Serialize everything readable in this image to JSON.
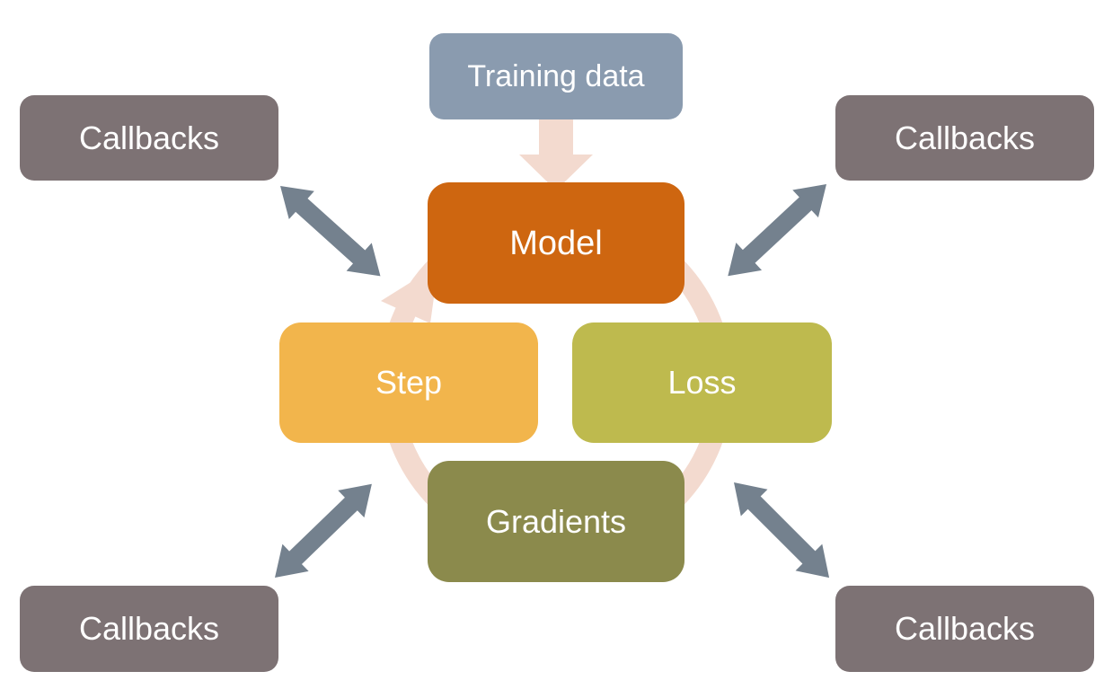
{
  "diagram": {
    "nodes": {
      "training_data": {
        "label": "Training data",
        "color": "#8A9BAF"
      },
      "model": {
        "label": "Model",
        "color": "#CE6610"
      },
      "step": {
        "label": "Step",
        "color": "#F2B54C"
      },
      "loss": {
        "label": "Loss",
        "color": "#BEBA4E"
      },
      "gradients": {
        "label": "Gradients",
        "color": "#8B8A4C"
      },
      "callbacks_top_left": {
        "label": "Callbacks",
        "color": "#7D7274"
      },
      "callbacks_top_right": {
        "label": "Callbacks",
        "color": "#7D7274"
      },
      "callbacks_bottom_left": {
        "label": "Callbacks",
        "color": "#7D7274"
      },
      "callbacks_bottom_right": {
        "label": "Callbacks",
        "color": "#7D7274"
      }
    },
    "colors": {
      "cycle_ring": "#F3DACF",
      "flow_arrow": "#F3DACF",
      "callback_arrow": "#74818E",
      "text": "#FFFFFF",
      "background": "#FFFFFF"
    }
  }
}
